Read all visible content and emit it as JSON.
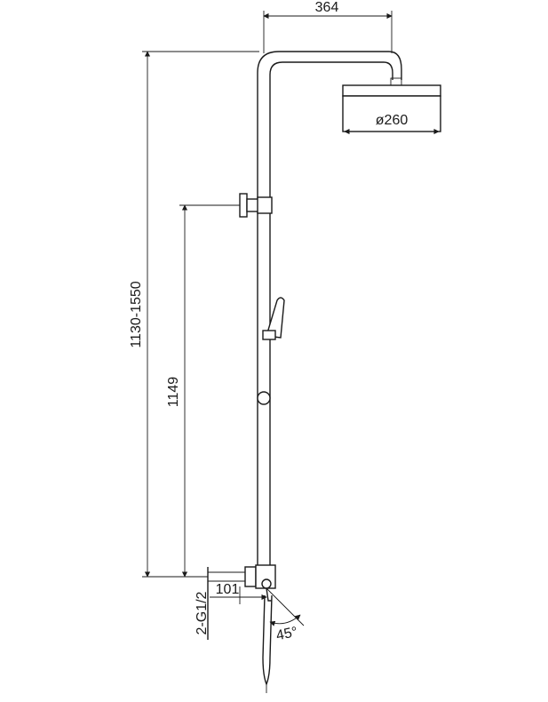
{
  "dimensions": {
    "arm_reach": "364",
    "head_diameter": "ø260",
    "total_height": "1130-1550",
    "valve_height": "1149",
    "wall_offset": "101",
    "inlet_thread": "2-G1/2",
    "spout_angle": "45°"
  },
  "colors": {
    "ink": "#1a1a1a",
    "background": "#ffffff"
  }
}
